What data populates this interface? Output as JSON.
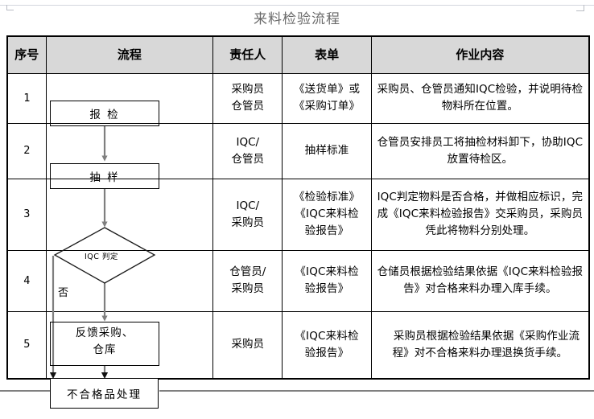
{
  "doc": {
    "title": "来料检验流程"
  },
  "table": {
    "headers": [
      "序号",
      "流程",
      "责任人",
      "表单",
      "作业内容"
    ],
    "rows": [
      {
        "seq": "1",
        "owner": "采购员\n仓管员",
        "form": "《送货单》或\n《采购订单》",
        "desc": "采购员、仓管员通知IQC检验，并说明待检物料所在位置。",
        "desc_indent": false
      },
      {
        "seq": "2",
        "owner": "IQC/\n仓管员",
        "form": "抽样标准",
        "desc": "仓管员安排员工将抽检材料卸下，协助IQC放置待检区。",
        "desc_indent": false
      },
      {
        "seq": "3",
        "owner": "IQC/\n采购员",
        "form": "《检验标准》\n《IQC来料检\n验报告》",
        "desc": "IQC判定物料是否合格，并做相应标识，完成《IQC来料检验报告》交采购员，采购员凭此将物料分别处理。",
        "desc_indent": false
      },
      {
        "seq": "4",
        "owner": "仓管员/\n采购员",
        "form": "《IQC来料检\n验报告》",
        "desc": "仓储员根据检验结果依据《IQC来料检验报告》对合格来料办理入库手续。",
        "desc_indent": false
      },
      {
        "seq": "5",
        "owner": "采购员",
        "form": "《IQC来料检\n验报告》",
        "desc": "采购员根据检验结果依据《采购作业流程》对不合格来料办理退换货手续。",
        "desc_indent": true
      }
    ]
  },
  "flowchart": {
    "nodes": {
      "report": "报 检",
      "sample": "抽 样",
      "decision": "IQC 判定",
      "no_branch": "否",
      "feedback_line1": "反馈采购、",
      "feedback_line2": "仓库",
      "reject": "不合格品处理"
    },
    "colors": {
      "arrow": "#7f7f7f",
      "shape_border": "#000000",
      "header_fill": "#d8d8d8",
      "title": "#6a6a6a"
    }
  }
}
